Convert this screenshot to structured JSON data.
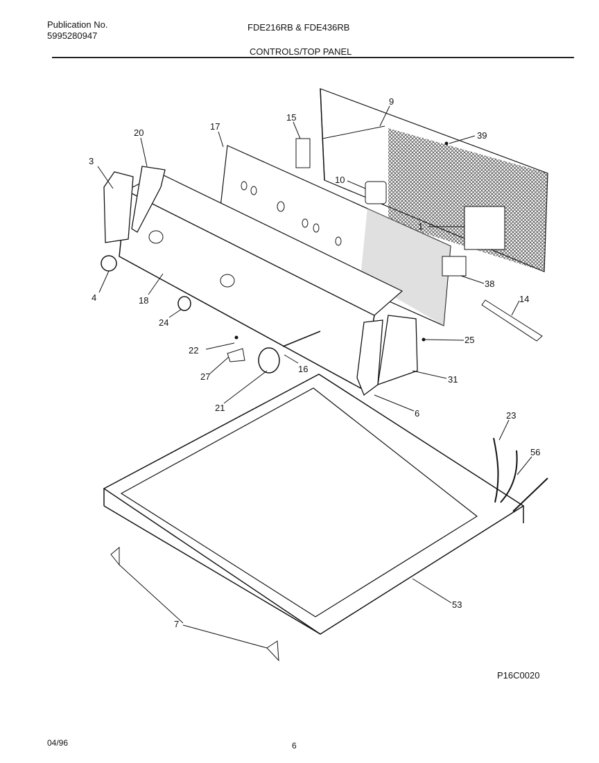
{
  "header": {
    "publication_label": "Publication No.",
    "publication_number": "5995280947",
    "models": "FDE216RB & FDE436RB",
    "section_title": "CONTROLS/TOP PANEL"
  },
  "diagram": {
    "callouts": [
      "9",
      "39",
      "15",
      "17",
      "20",
      "3",
      "10",
      "1",
      "4",
      "18",
      "24",
      "38",
      "14",
      "22",
      "27",
      "16",
      "25",
      "31",
      "21",
      "6",
      "23",
      "56",
      "53",
      "7"
    ]
  },
  "footer": {
    "figure_code": "P16C0020",
    "date": "04/96",
    "page_number": "6"
  }
}
